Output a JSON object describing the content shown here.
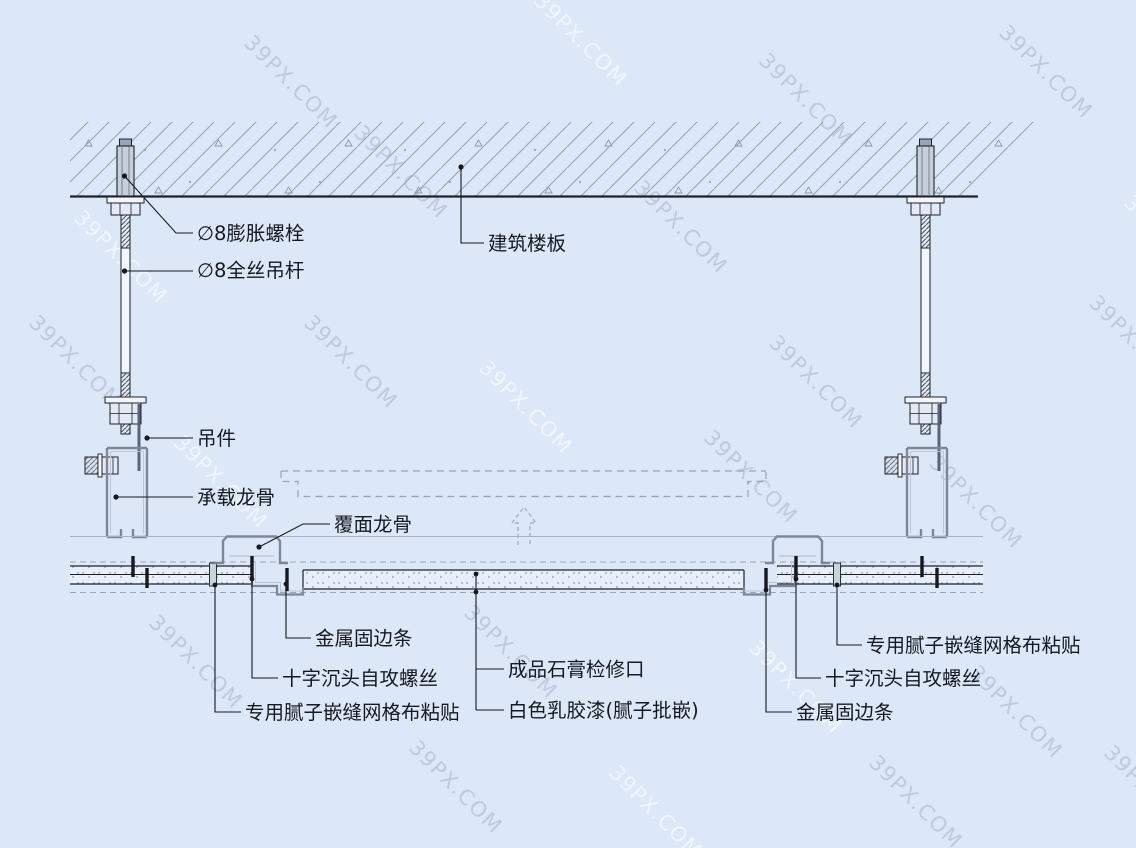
{
  "watermark": {
    "text": "39PX.COM"
  },
  "diagram": {
    "type": "ceiling-access-panel-construction-detail",
    "labels": {
      "expansion_bolt": "∅8膨胀螺栓",
      "full_thread_rod": "∅8全丝吊杆",
      "building_slab": "建筑楼板",
      "hanger": "吊件",
      "carrying_channel": "承载龙骨",
      "furring_channel": "覆面龙骨",
      "metal_edge_strip_left": "金属固边条",
      "self_tapping_screw_left": "十字沉头自攻螺丝",
      "putty_mesh_left": "专用腻子嵌缝网格布粘贴",
      "gypsum_access_panel": "成品石膏检修口",
      "white_latex_paint": "白色乳胶漆(腻子批嵌)",
      "putty_mesh_right": "专用腻子嵌缝网格布粘贴",
      "self_tapping_screw_right": "十字沉头自攻螺丝",
      "metal_edge_strip_right": "金属固边条"
    },
    "colors": {
      "background": "#dce7f7",
      "line_dark": "#1c222b",
      "line_metal_gray": "#7d8798",
      "hatch_gray": "#95a1b4",
      "dashed_gray": "#9aa6b8",
      "board_fill": "#e9effa",
      "metal_fill": "#ccd5e2"
    }
  }
}
